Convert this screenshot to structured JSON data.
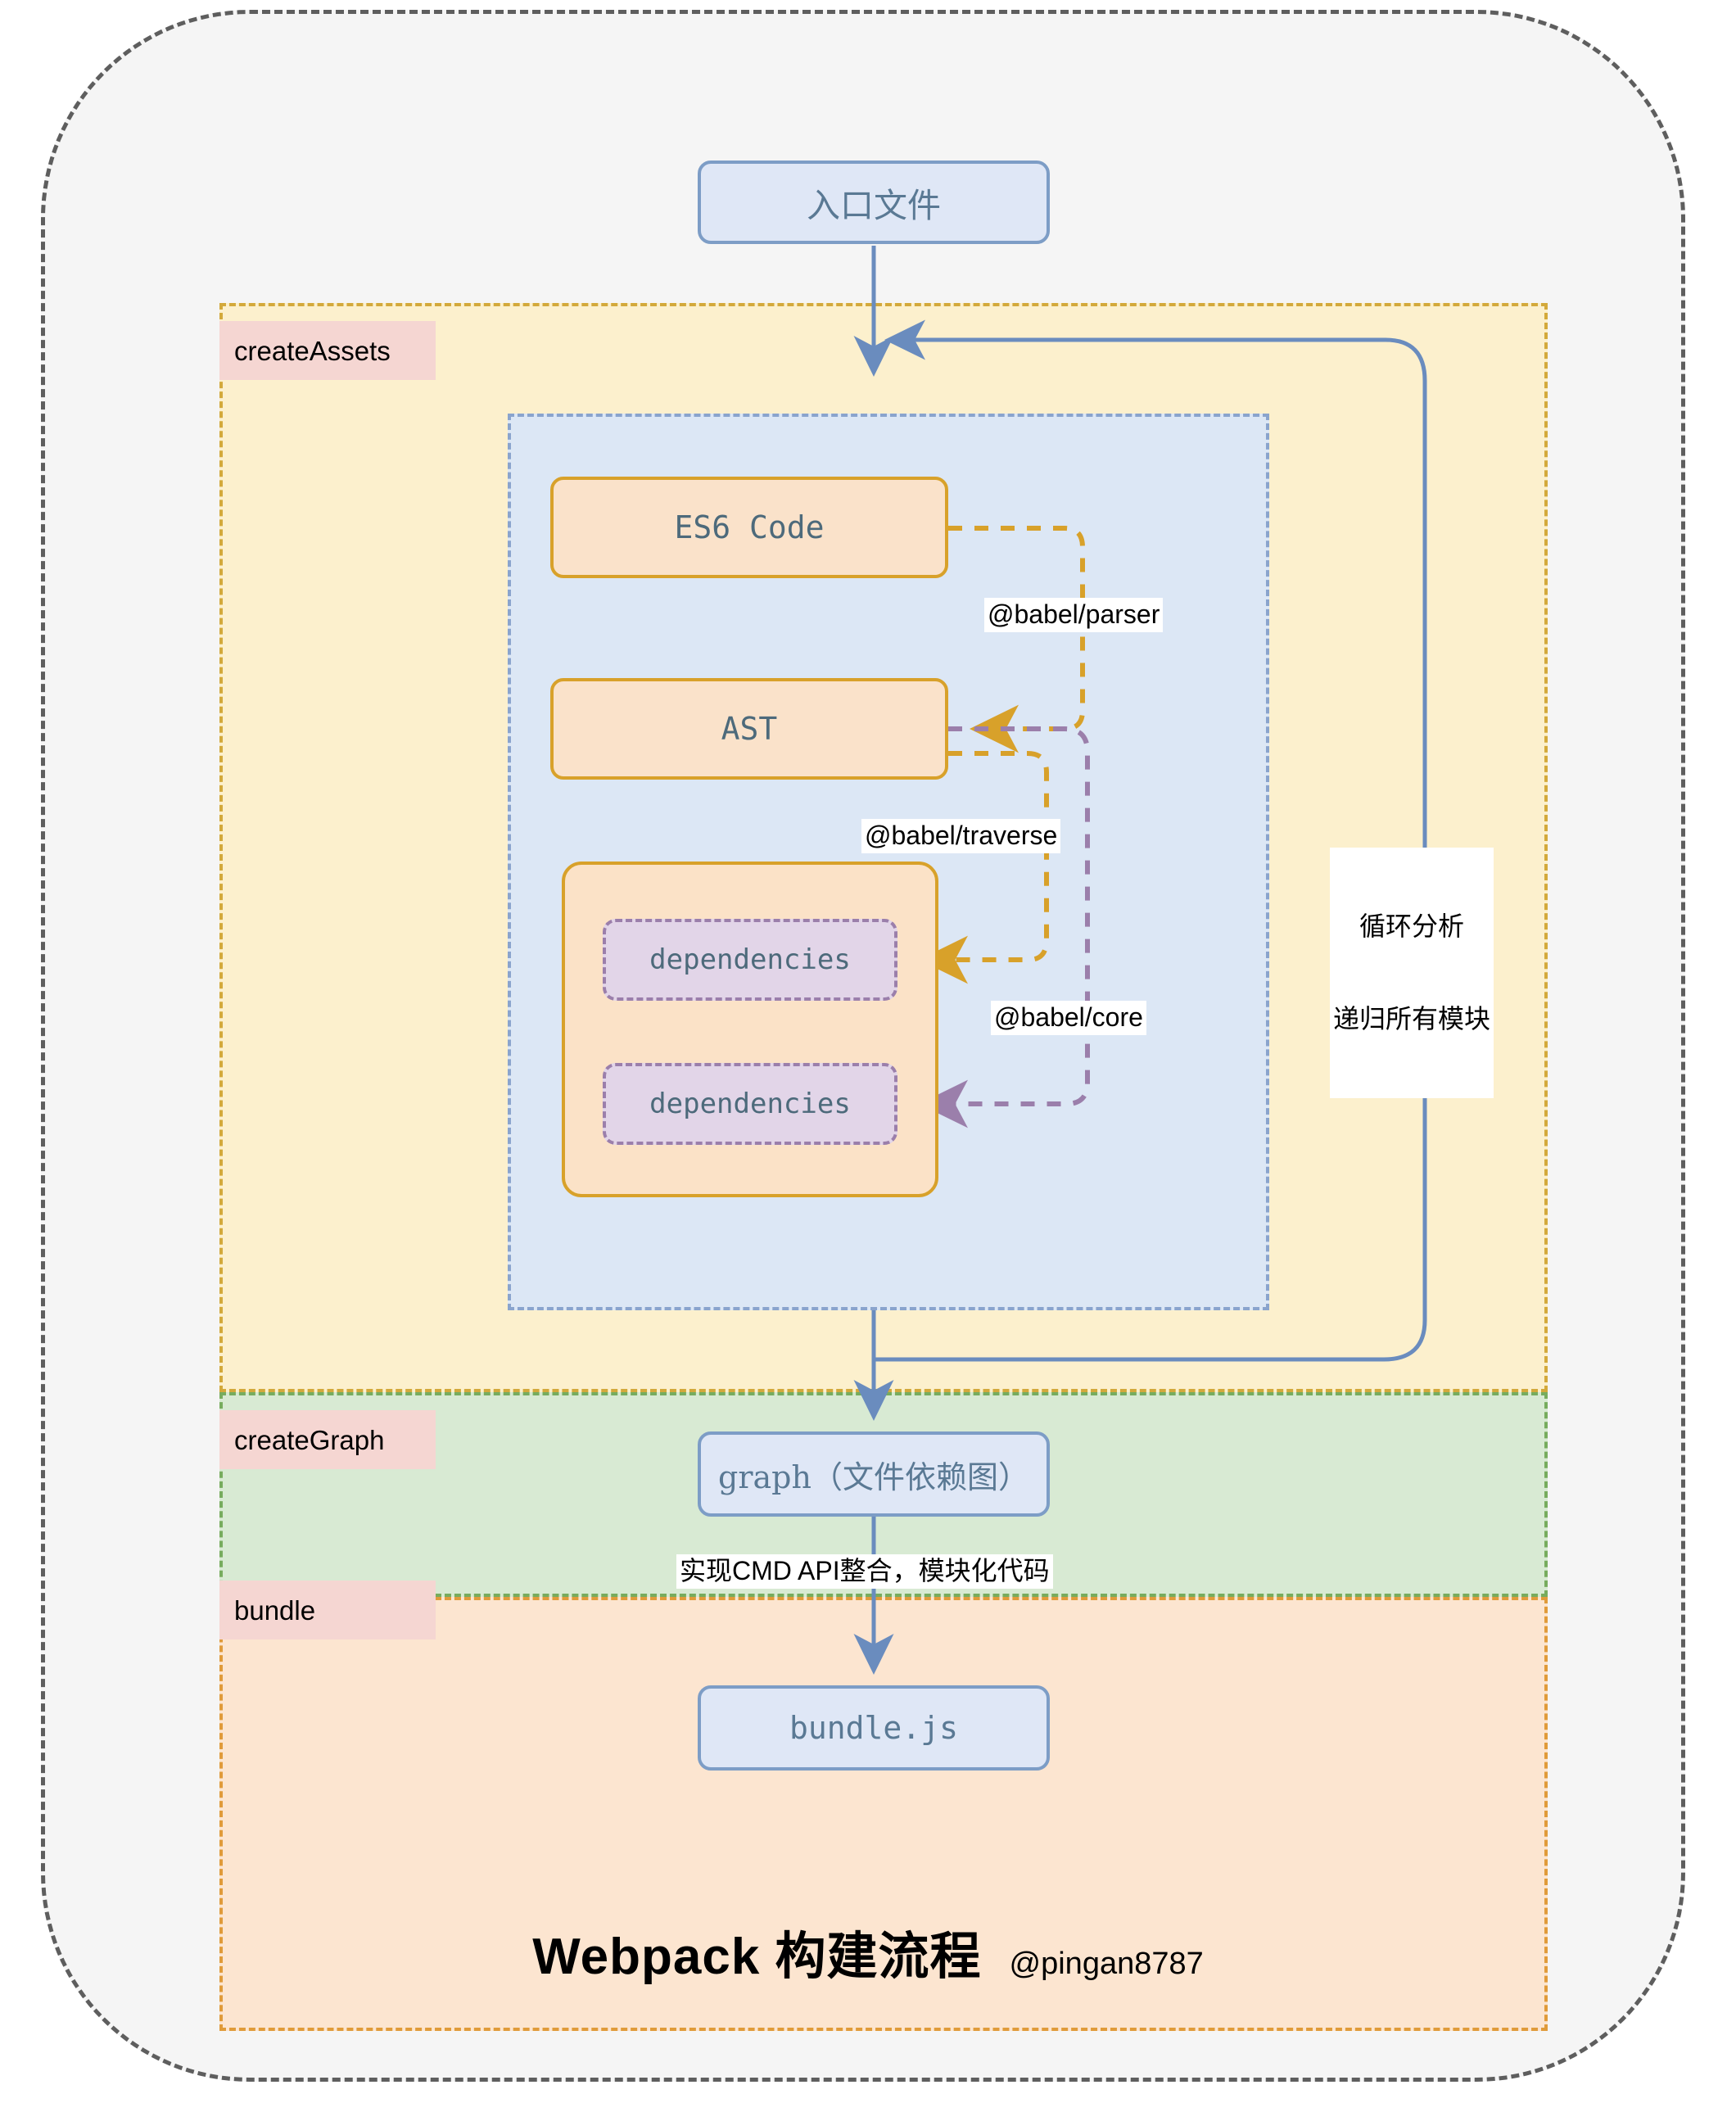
{
  "diagram": {
    "title": "Webpack 构建流程",
    "handle": "@pingan8787",
    "lanes": [
      {
        "id": "createAssets",
        "label": "createAssets"
      },
      {
        "id": "createGraph",
        "label": "createGraph"
      },
      {
        "id": "bundle",
        "label": "bundle"
      }
    ],
    "nodes": {
      "entry": "入口文件",
      "es6": "ES6 Code",
      "ast": "AST",
      "dependencies_1": "dependencies",
      "dependencies_2": "dependencies",
      "graph": "graph（文件依赖图）",
      "bundlejs": "bundle.js"
    },
    "edge_labels": {
      "babel_parser": "@babel/parser",
      "babel_traverse": "@babel/traverse",
      "babel_core": "@babel/core",
      "loop_line1": "循环分析",
      "loop_line2": "递归所有模块",
      "cmd": "实现CMD API整合，模块化代码"
    },
    "colors": {
      "frame_border": "#5e5e5e",
      "frame_fill": "#f5f5f5",
      "lane_label_fill": "#f5d6d2",
      "createassets_fill": "#fcf0cd",
      "createassets_border": "#d3a93b",
      "creategraph_fill": "#d8ead3",
      "creategraph_border": "#77ac5e",
      "bundle_fill": "#fce5d0",
      "bundle_border": "#e09b3a",
      "inner_fill": "#dce7f5",
      "inner_border": "#8aa4cd",
      "node_blue_fill": "#dfe7f6",
      "node_blue_border": "#7d9dc6",
      "node_orange_fill": "#fae2ca",
      "node_orange_border": "#d8a12a",
      "node_purple_fill": "#e2d5e8",
      "node_purple_border": "#9b7fab",
      "node_text": "#5a7994",
      "arrow_blue": "#6a8cbe",
      "arrow_orange": "#d8a12a",
      "arrow_purple": "#9b7fab"
    }
  }
}
